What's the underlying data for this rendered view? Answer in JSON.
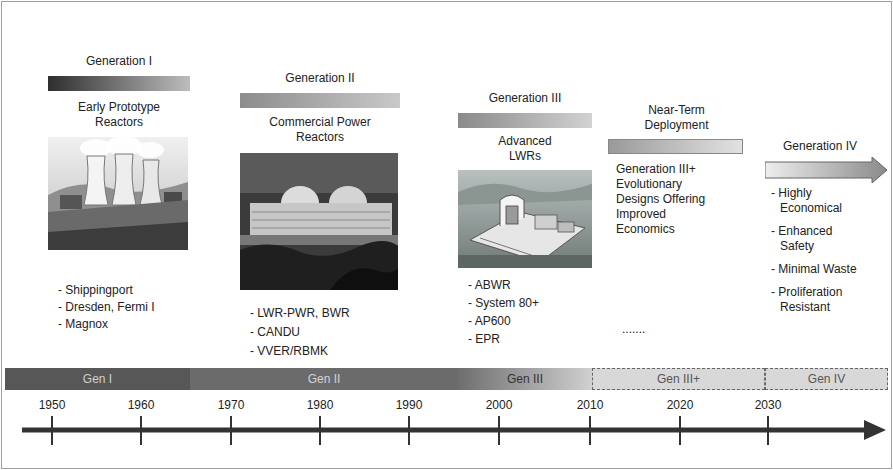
{
  "diagram": {
    "nodes": [
      {
        "text": [
          "Generation I"
        ]
      },
      {
        "text": [
          "Generation II"
        ]
      },
      {
        "text": [
          "Generation III"
        ]
      },
      {
        "text": [
          "Near-Term Deployment"
        ]
      },
      {
        "text": [
          "Generation IV"
        ]
      },
      {
        "text": [
          "Gen I"
        ]
      },
      {
        "text": [
          "Gen II"
        ]
      },
      {
        "text": [
          "Gen III"
        ]
      },
      {
        "text": [
          "Gen III+"
        ]
      },
      {
        "text": [
          "Gen IV"
        ]
      }
    ],
    "labels": [
      "Early Prototype Reactors",
      "- Shippingport",
      "- Dresden, Fermi I",
      "- Magnox",
      "Commercial Power Reactors",
      "- LWR-PWR, BWR",
      "- CANDU",
      "- VVER/RBMK",
      "Advanced LWRs",
      "- ABWR",
      "- System 80+",
      "- AP600",
      "- EPR",
      "Generation III+ Evolutionary Designs Offering Improved Economics",
      ".......",
      "- Highly Economical",
      "- Enhanced Safety",
      "- Minimal Waste",
      "- Proliferation Resistant",
      "1950",
      "1960",
      "1970",
      "1980",
      "1990",
      "2000",
      "2010",
      "2020",
      "2030"
    ]
  }
}
